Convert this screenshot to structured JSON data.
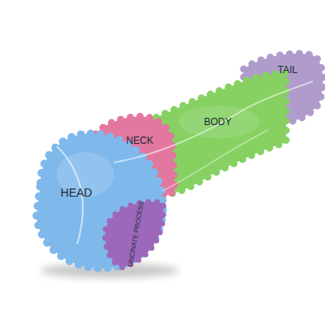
{
  "diagram": {
    "labels": [
      "TAIL",
      "NECK",
      "BODY",
      "HEAD",
      "UNCINATE PROCESS"
    ]
  }
}
